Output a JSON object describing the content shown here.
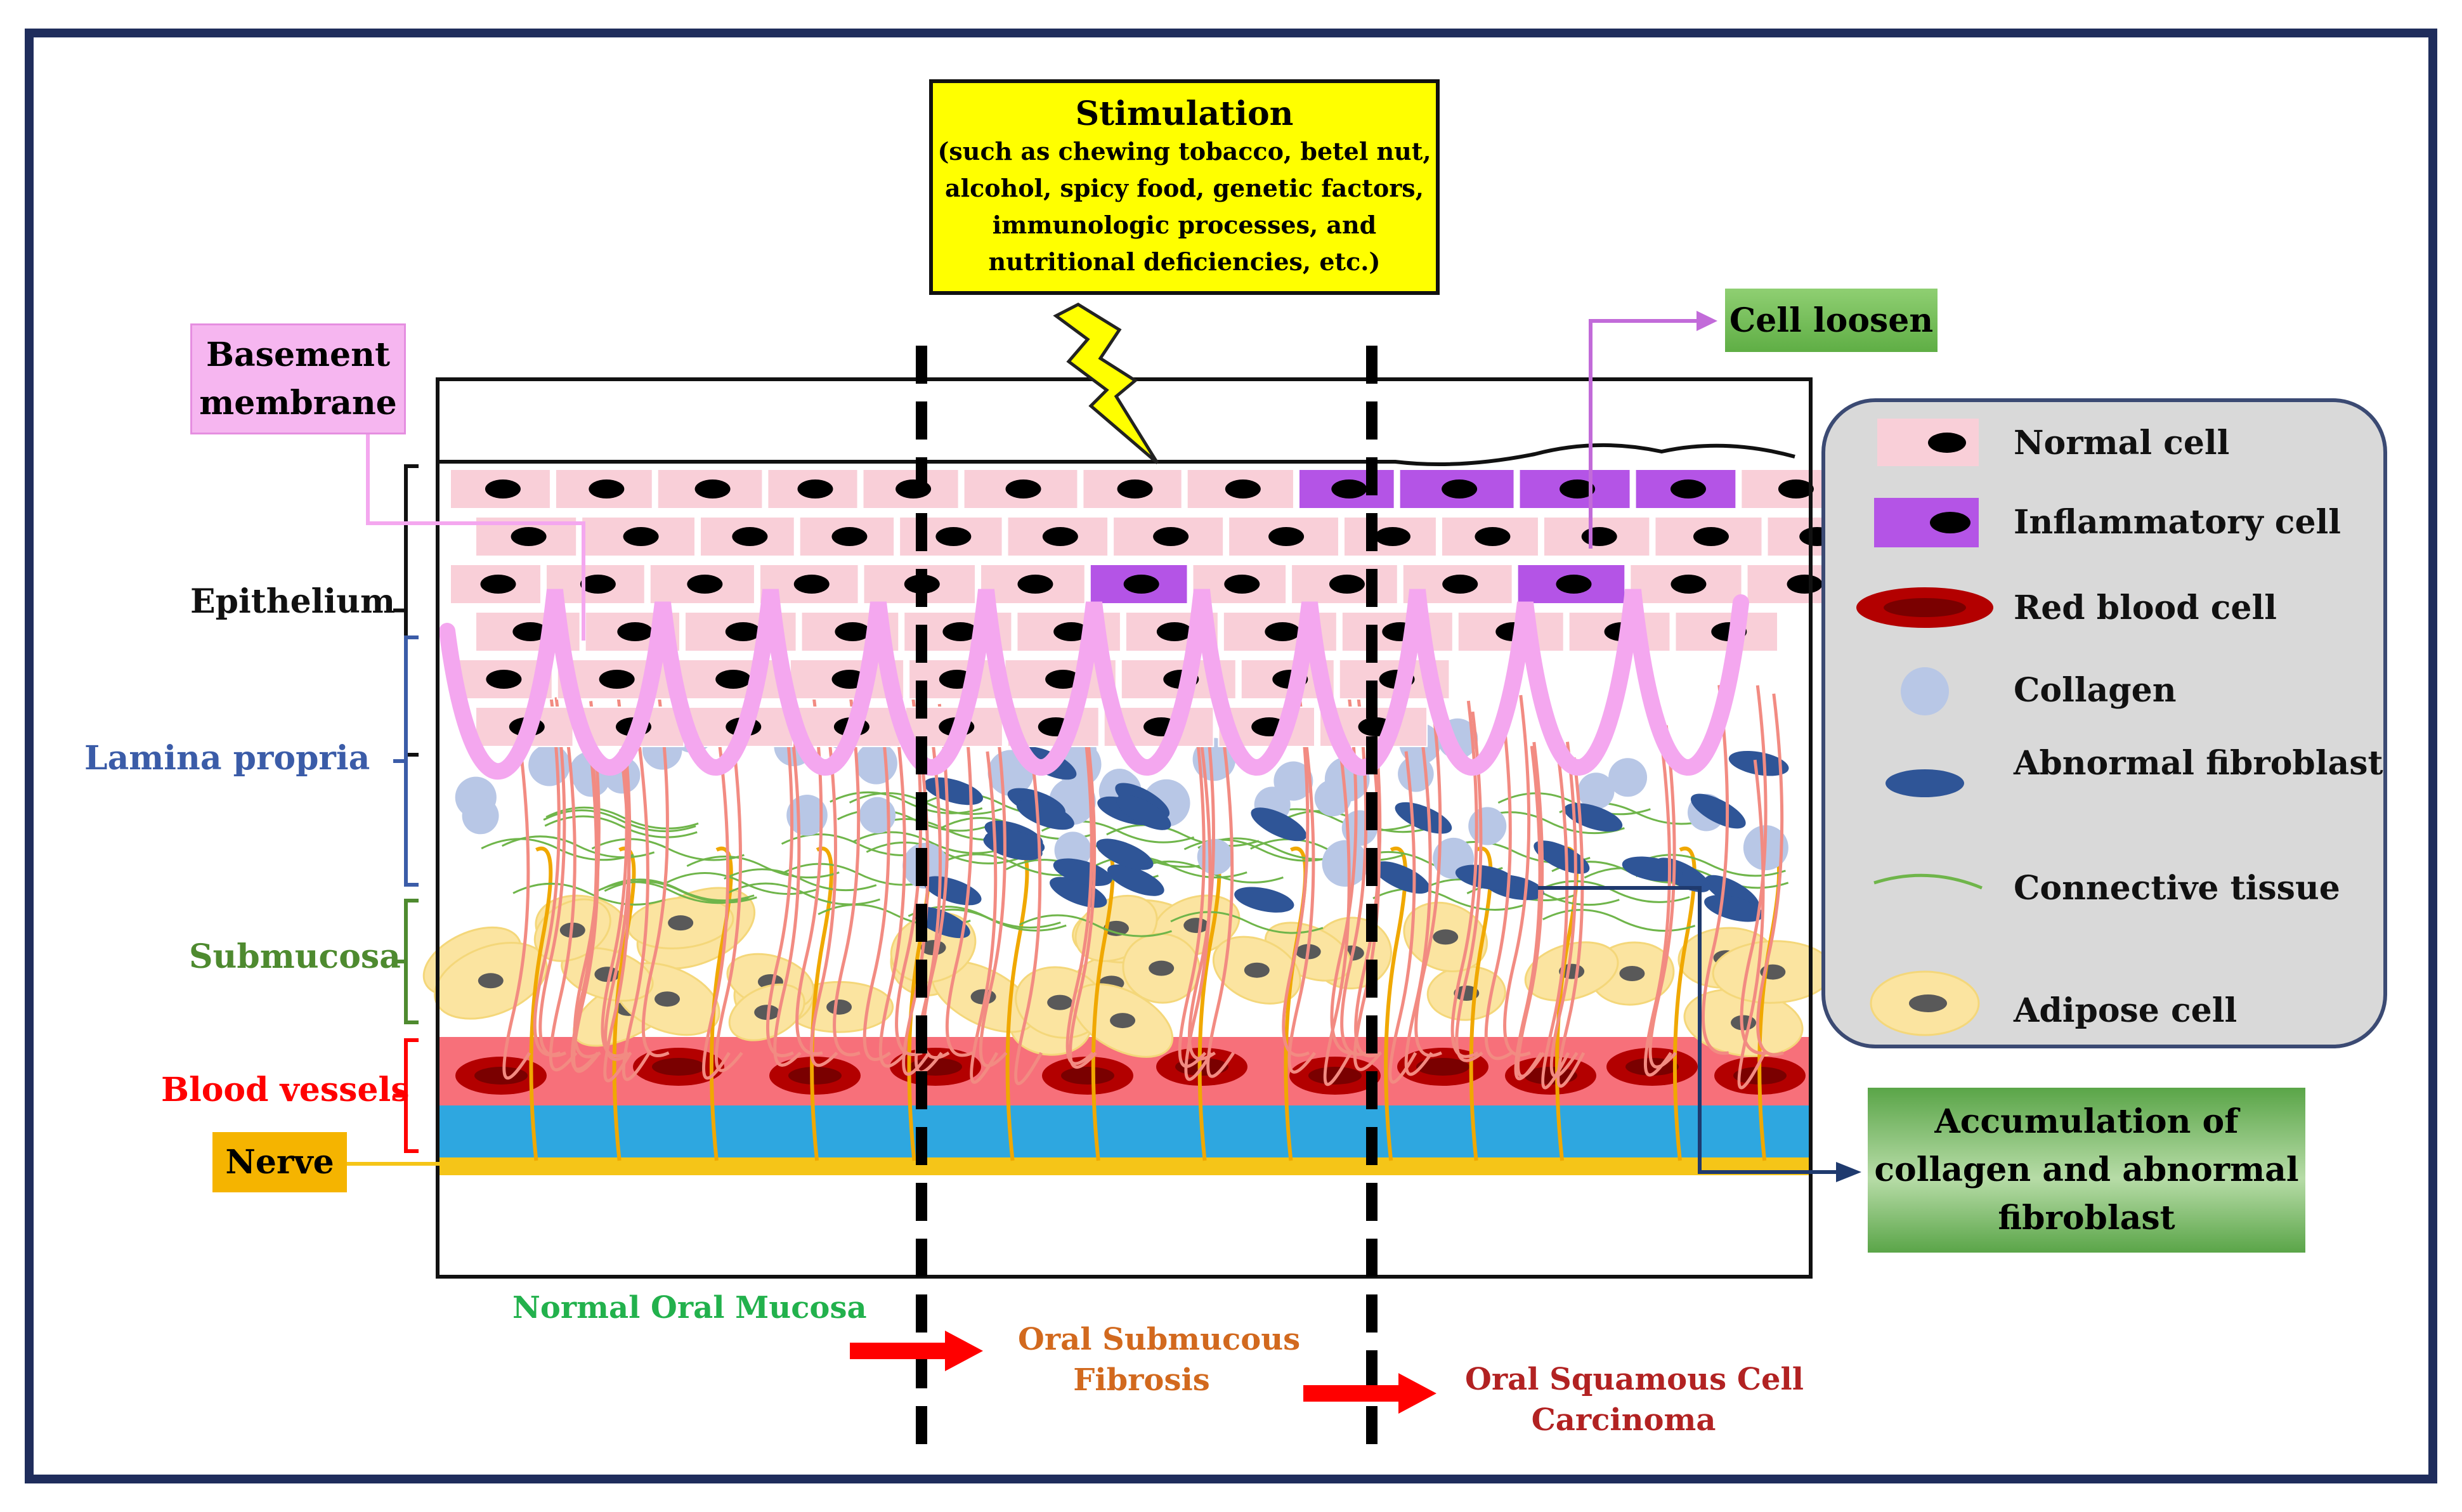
{
  "stimulation": {
    "title": "Stimulation",
    "lines": [
      "(such as chewing tobacco, betel nut,",
      "alcohol, spicy food, genetic factors,",
      "immunologic processes, and",
      "nutritional deficiencies, etc.)"
    ]
  },
  "callouts": {
    "basement_membrane": [
      "Basement",
      "membrane"
    ],
    "cell_loosen": "Cell loosen",
    "accumulation": [
      "Accumulation of",
      "collagen and abnormal",
      "fibroblast"
    ],
    "nerve": "Nerve"
  },
  "layers": {
    "epithelium": "Epithelium",
    "lamina_propria": "Lamina propria",
    "submucosa": "Submucosa",
    "blood_vessels": "Blood vessels"
  },
  "stages": {
    "normal": "Normal Oral Mucosa",
    "osf": [
      "Oral Submucous",
      "Fibrosis"
    ],
    "oscc": [
      "Oral Squamous Cell",
      "Carcinoma"
    ]
  },
  "legend": [
    {
      "key": "normal-cell",
      "label": "Normal cell"
    },
    {
      "key": "inflammatory-cell",
      "label": "Inflammatory  cell"
    },
    {
      "key": "red-blood-cell",
      "label": "Red blood cell"
    },
    {
      "key": "collagen",
      "label": "Collagen"
    },
    {
      "key": "abnormal-fibroblast",
      "label": "Abnormal fibroblast"
    },
    {
      "key": "connective-tissue",
      "label": "Connective tissue"
    },
    {
      "key": "adipose-cell",
      "label": "Adipose cell"
    }
  ],
  "colors": {
    "frame": "#1f2d5c",
    "normal_cell": "#f9cfd8",
    "nucleus": "#000000",
    "inflammatory_cell": "#b454e6",
    "red_blood_cell": "#b30000",
    "collagen": "#b8c7e6",
    "abnormal_fibroblast": "#2f5597",
    "connective_tissue": "#6fb54a",
    "adipose_cell": "#fbe4a0",
    "adipose_nucleus": "#595959",
    "basement_membrane": "#f4a7ef",
    "blood_vessel_band": "#f7707a",
    "vein_band": "#2ea7e0",
    "nerve": "#f5c518",
    "capillary": "#f28b82",
    "normal_label": "#22b14c",
    "osf_label": "#d2691e",
    "oscc_label": "#b22222",
    "arrow": "#ff0000",
    "lamina_propria": "#3b5ca8",
    "submucosa": "#4e8a2f",
    "blood_vessels_label": "#ff0000",
    "accumulation_arrow": "#1f3a6e",
    "loosen_arrow": "#c26bd9"
  }
}
